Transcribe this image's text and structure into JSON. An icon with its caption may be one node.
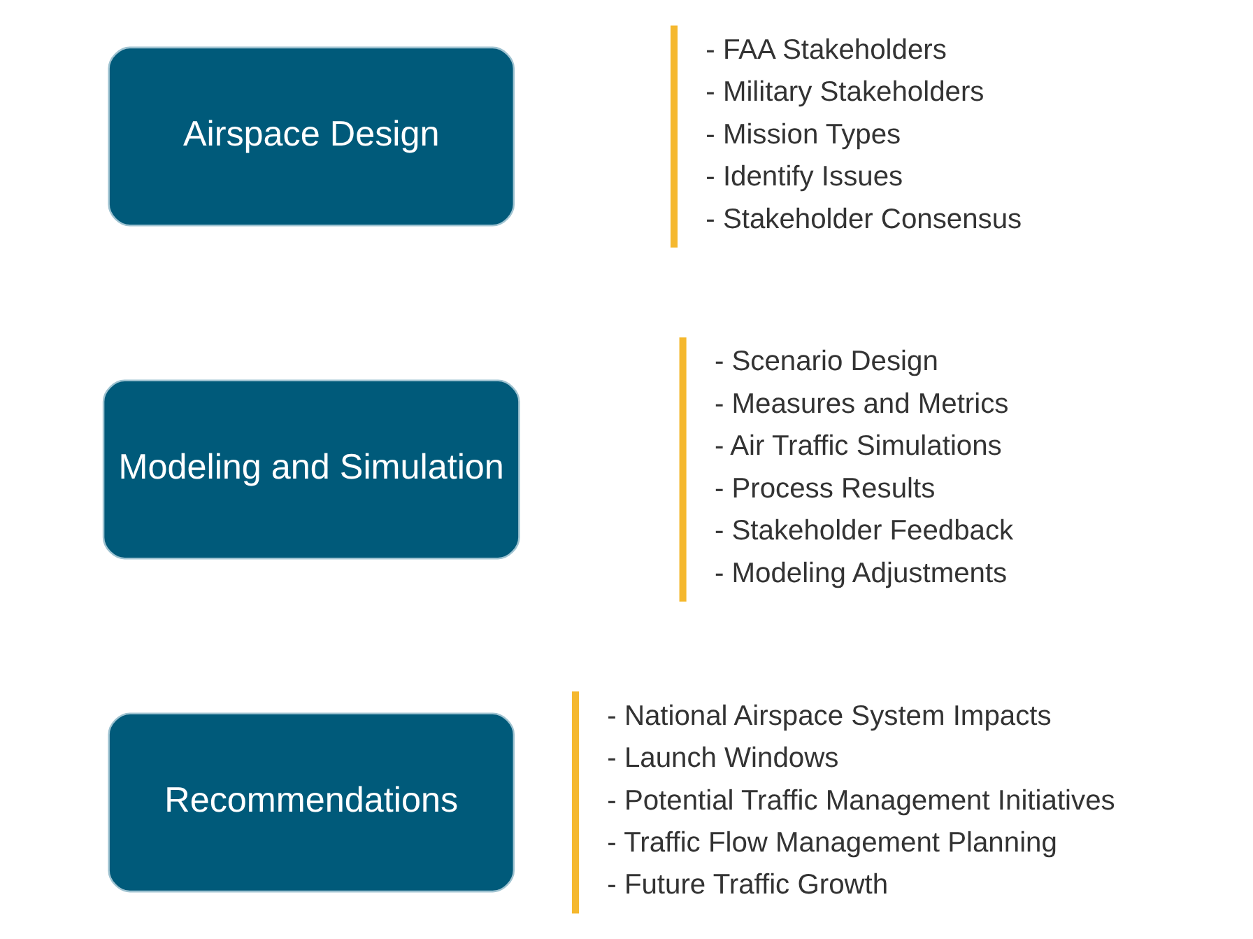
{
  "diagram": {
    "nodes": [
      {
        "text": [
          "Airspace Design"
        ],
        "beside": [
          "- FAA Stakeholders",
          "- Military Stakeholders",
          "- Mission Types",
          "- Identify Issues",
          "- Stakeholder Consensus"
        ]
      },
      {
        "text": [
          "Modeling and Simulation"
        ],
        "beside": [
          "- Scenario Design",
          "- Measures and Metrics",
          "- Air Traffic Simulations",
          "- Process Results",
          "- Stakeholder Feedback",
          "- Modeling Adjustments"
        ]
      },
      {
        "text": [
          "Recommendations"
        ],
        "beside": [
          "- National Airspace System Impacts",
          "- Launch Windows",
          "- Potential Traffic Management Initiatives",
          "- Traffic Flow Management Planning",
          "- Future Traffic Growth"
        ]
      }
    ]
  }
}
